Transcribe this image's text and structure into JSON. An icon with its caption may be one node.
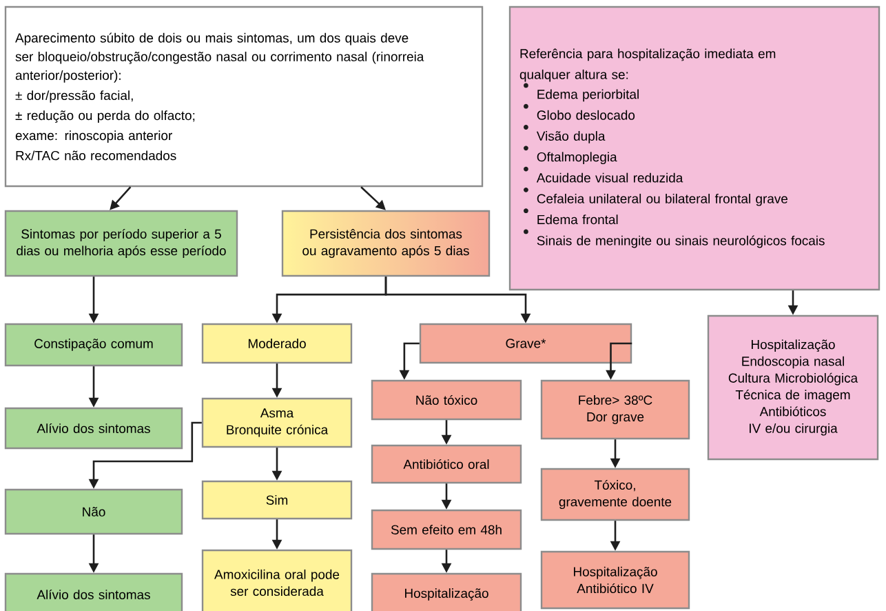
{
  "diagram": {
    "nodes": [
      {
        "text": [
          "Aparecimento súbito de dois ou mais sintomas, um dos quais deve ser bloqueio/obstrução/congestão nasal ou corrimento nasal (rinorreia anterior/posterior):",
          "± dor/pressão facial,",
          "± redução ou perda do olfacto;",
          "exame: rinoscopia anterior",
          "Rx/TAC não recomendados"
        ]
      },
      {
        "text": [
          "Sintomas por período superior a 5 dias ou melhoria após esse período"
        ]
      },
      {
        "text": [
          "Persistência dos sintomas ou agravamento após 5 dias"
        ]
      },
      {
        "text": [
          "Constipação comum"
        ]
      },
      {
        "text": [
          "Moderado"
        ]
      },
      {
        "text": [
          "Grave*"
        ]
      },
      {
        "text": [
          "Referência para hospitalização imediata em qualquer altura se:",
          "Edema periorbital",
          "Globo deslocado",
          "Visão dupla",
          "Oftalmoplegia",
          "Acuidade visual reduzida",
          "Cefaleia unilateral ou bilateral frontal grave",
          "Edema frontal",
          "Sinais de meningite ou sinais neurológicos focais"
        ]
      },
      {
        "text": [
          "Alívio dos sintomas"
        ]
      },
      {
        "text": [
          "Asma",
          "Bronquite crónica"
        ]
      },
      {
        "text": [
          "Não tóxico"
        ]
      },
      {
        "text": [
          "Febre> 38ºC",
          "Dor grave"
        ]
      },
      {
        "text": [
          "Hospitalização",
          "Endoscopia nasal",
          "Cultura Microbiológica",
          "Técnica de imagem",
          "Antibióticos",
          "IV e/ou cirurgia"
        ]
      },
      {
        "text": [
          "Antibiótico oral"
        ]
      },
      {
        "text": [
          "Não"
        ]
      },
      {
        "text": [
          "Sim"
        ]
      },
      {
        "text": [
          "Tóxico, gravemente doente"
        ]
      },
      {
        "text": [
          "Sem efeito em 48h"
        ]
      },
      {
        "text": [
          "Alívio dos sintomas"
        ]
      },
      {
        "text": [
          "Amoxicilina oral pode ser considerada"
        ]
      },
      {
        "text": [
          "Hospitalização"
        ]
      },
      {
        "text": [
          "Hospitalização",
          "Antibiótico IV"
        ]
      }
    ],
    "edges": [
      {
        "from": 0,
        "to": 1,
        "arrow": "to"
      },
      {
        "from": 0,
        "to": 2,
        "arrow": "to"
      },
      {
        "from": 2,
        "to": 4,
        "arrow": "to"
      },
      {
        "from": 2,
        "to": 5,
        "arrow": "to"
      },
      {
        "from": 1,
        "to": 3,
        "arrow": "to"
      },
      {
        "from": 3,
        "to": 7,
        "arrow": "to"
      },
      {
        "from": 8,
        "to": 13,
        "arrow": "to"
      },
      {
        "from": 13,
        "to": 17,
        "arrow": "to"
      },
      {
        "from": 4,
        "to": 8,
        "arrow": "to"
      },
      {
        "from": 8,
        "to": 14,
        "arrow": "to"
      },
      {
        "from": 14,
        "to": 18,
        "arrow": "to"
      },
      {
        "from": 5,
        "to": 9,
        "arrow": "to"
      },
      {
        "from": 5,
        "to": 10,
        "arrow": "to"
      },
      {
        "from": 9,
        "to": 12,
        "arrow": "to"
      },
      {
        "from": 12,
        "to": 16,
        "arrow": "to"
      },
      {
        "from": 16,
        "to": 19,
        "arrow": "to"
      },
      {
        "from": 10,
        "to": 15,
        "arrow": "to"
      },
      {
        "from": 15,
        "to": 20,
        "arrow": "to"
      },
      {
        "from": 6,
        "to": 11,
        "arrow": "to"
      }
    ]
  }
}
